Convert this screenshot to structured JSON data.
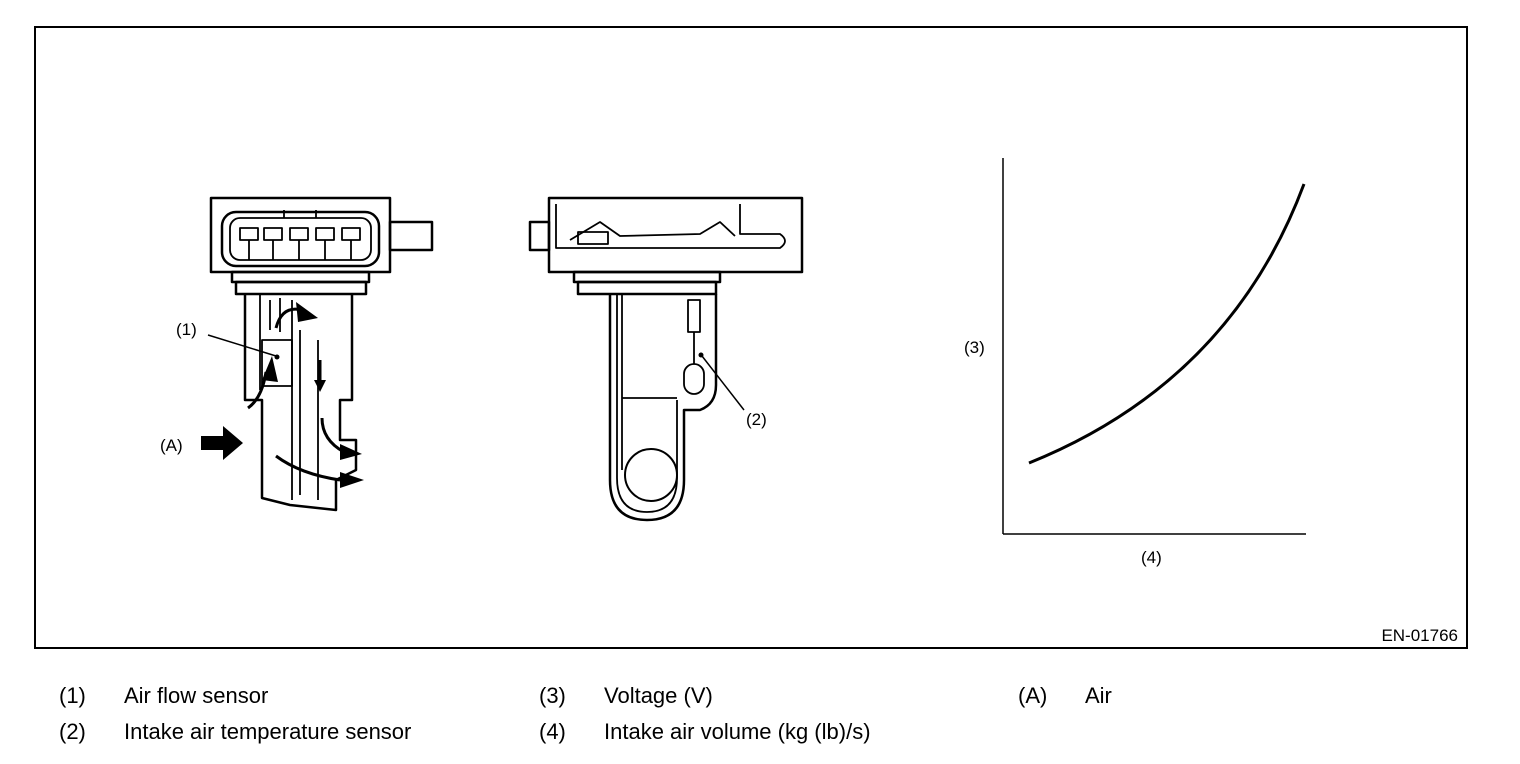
{
  "figure": {
    "code": "EN-01766",
    "callouts": {
      "c1": "(1)",
      "c2": "(2)",
      "c3": "(3)",
      "c4": "(4)",
      "cA": "(A)"
    }
  },
  "legend": [
    {
      "num": "(1)",
      "text": "Air flow sensor"
    },
    {
      "num": "(2)",
      "text": "Intake air temperature sensor"
    },
    {
      "num": "(3)",
      "text": "Voltage (V)"
    },
    {
      "num": "(4)",
      "text": "Intake air volume (kg (lb)/s)"
    },
    {
      "num": "(A)",
      "text": "Air"
    }
  ],
  "colors": {
    "line": "#000000",
    "background": "#ffffff"
  }
}
